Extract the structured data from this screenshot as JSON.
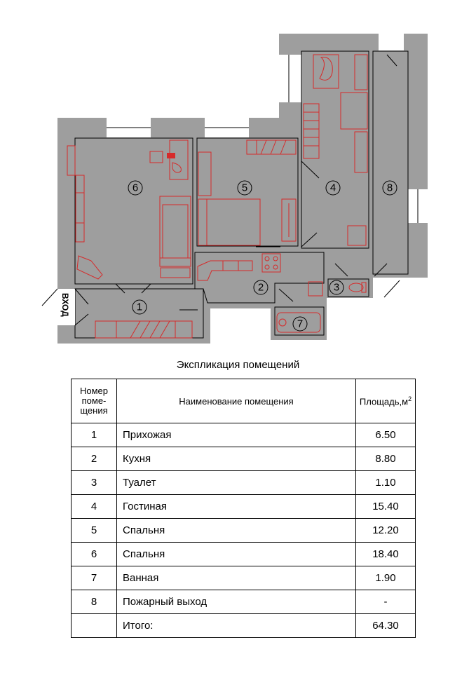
{
  "plan": {
    "entrance_label": "ВХОД",
    "room_numbers": [
      "1",
      "2",
      "3",
      "4",
      "5",
      "6",
      "7",
      "8"
    ]
  },
  "table": {
    "caption": "Экспликация помещений",
    "headers": {
      "number": "Номер поме-щения",
      "name": "Наименование помещения",
      "area": "Площадь,м",
      "area_sup": "2"
    },
    "rows": [
      {
        "no": "1",
        "name": "Прихожая",
        "area": "6.50"
      },
      {
        "no": "2",
        "name": "Кухня",
        "area": "8.80"
      },
      {
        "no": "3",
        "name": "Туалет",
        "area": "1.10"
      },
      {
        "no": "4",
        "name": "Гостиная",
        "area": "15.40"
      },
      {
        "no": "5",
        "name": "Спальня",
        "area": "12.20"
      },
      {
        "no": "6",
        "name": "Спальня",
        "area": "18.40"
      },
      {
        "no": "7",
        "name": "Ванная",
        "area": "1.90"
      },
      {
        "no": "8",
        "name": "Пожарный выход",
        "area": "-"
      }
    ],
    "total": {
      "no": "",
      "name": "Итого:",
      "area": "64.30"
    }
  },
  "colors": {
    "wall": "#9e9e9e",
    "furniture": "#d62a2a"
  }
}
